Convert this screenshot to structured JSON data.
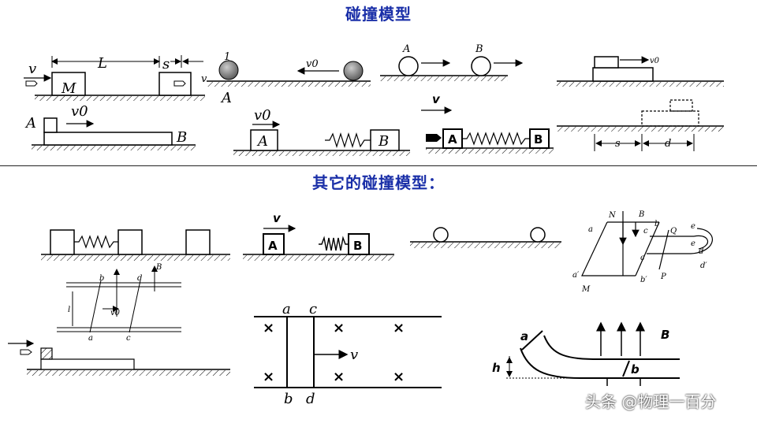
{
  "titles": {
    "main": "碰撞模型",
    "other": "其它的碰撞模型："
  },
  "labels": {
    "v": "v",
    "v0": "v0",
    "L": "L",
    "s": "s",
    "d": "d",
    "M": "M",
    "A": "A",
    "B": "B",
    "one": "1",
    "a": "a",
    "b": "b",
    "c": "c",
    "e": "e",
    "h": "h",
    "l": "l",
    "N": "N",
    "Q": "Q",
    "P": "P",
    "a_prime": "a′",
    "b_prime": "b′",
    "d_prime": "d′",
    "cross": "×"
  },
  "watermark": "头条 @物理一百分",
  "colors": {
    "title": "#1a2fa8",
    "ink": "#000000",
    "ball": "#888888"
  }
}
